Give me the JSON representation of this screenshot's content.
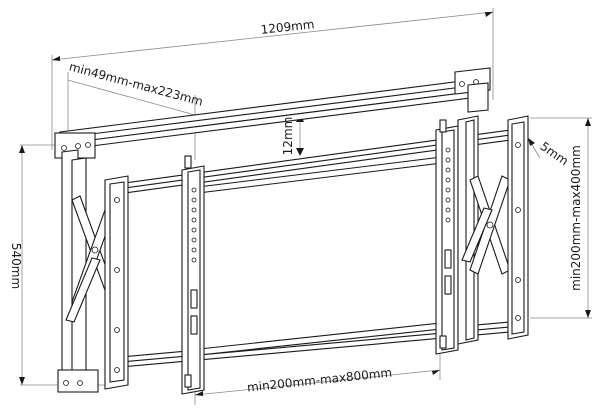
{
  "dimensions": {
    "overall_width": "1209mm",
    "arm_spacing": "min49mm-max223mm",
    "vertical_adjust": "12mm",
    "depth_adjust": "5mm",
    "overall_height": "540mm",
    "vertical_hole_spacing": "min200mm-max400mm",
    "horizontal_hole_spacing": "min200mm-max800mm"
  },
  "style": {
    "line_color": "#1a1a1a",
    "dimension_line_color": "#8a8a8a",
    "background": "#ffffff"
  }
}
